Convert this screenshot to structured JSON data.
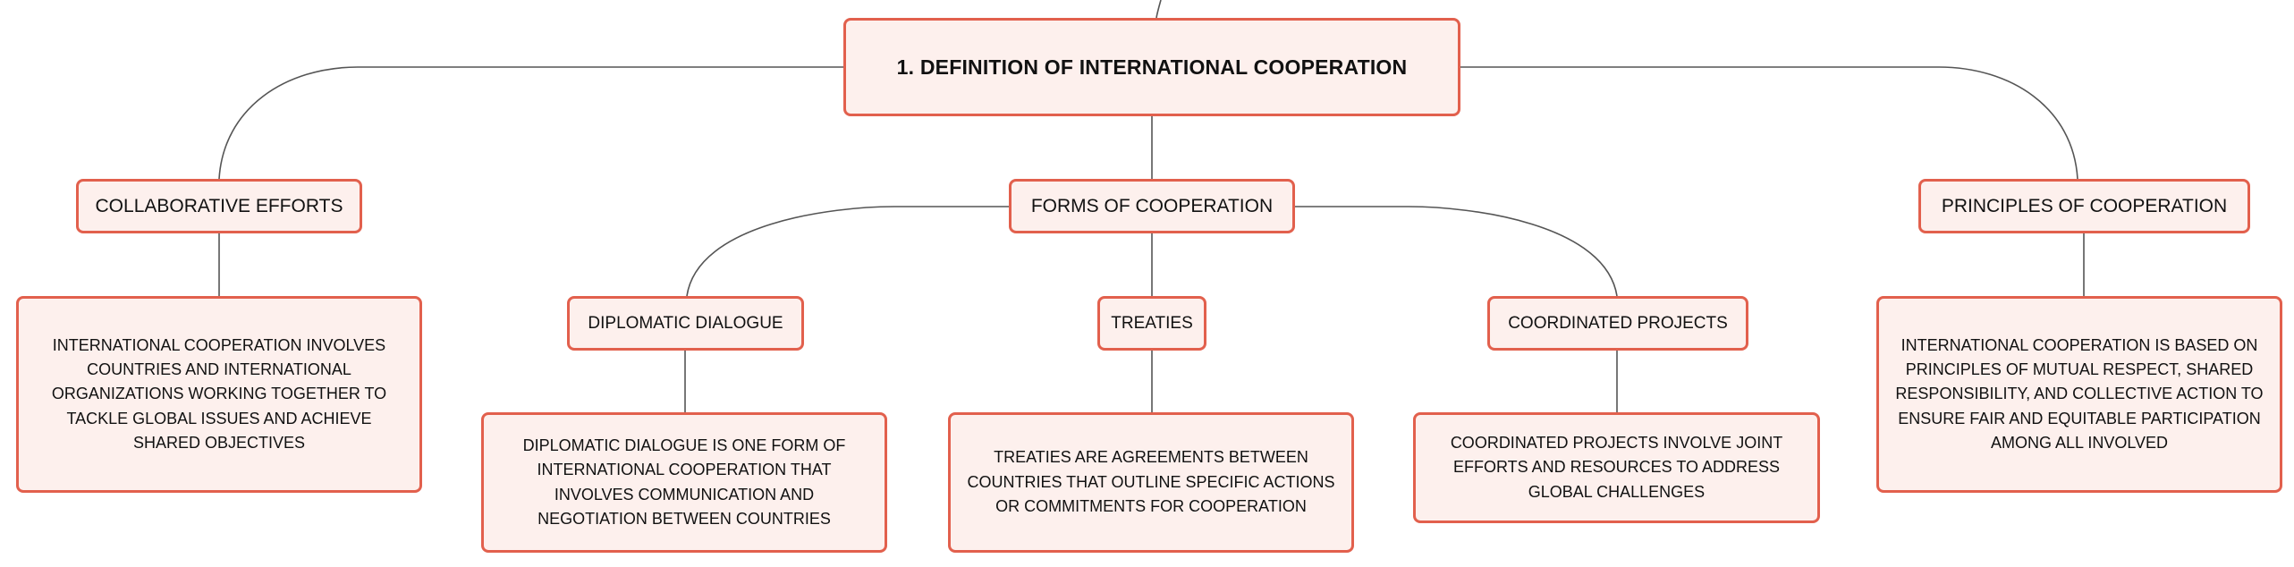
{
  "diagram": {
    "root": {
      "label": "1. DEFINITION OF INTERNATIONAL COOPERATION"
    },
    "branches": {
      "collaborative": {
        "label": "COLLABORATIVE EFFORTS",
        "description": "INTERNATIONAL COOPERATION INVOLVES COUNTRIES AND INTERNATIONAL ORGANIZATIONS WORKING TOGETHER TO TACKLE GLOBAL ISSUES AND ACHIEVE SHARED OBJECTIVES"
      },
      "forms": {
        "label": "FORMS OF COOPERATION",
        "children": {
          "diplomatic": {
            "label": "DIPLOMATIC DIALOGUE",
            "description": "DIPLOMATIC DIALOGUE IS ONE FORM OF INTERNATIONAL COOPERATION THAT INVOLVES COMMUNICATION AND NEGOTIATION BETWEEN COUNTRIES"
          },
          "treaties": {
            "label": "TREATIES",
            "description": "TREATIES ARE AGREEMENTS BETWEEN COUNTRIES THAT OUTLINE SPECIFIC ACTIONS OR COMMITMENTS FOR COOPERATION"
          },
          "coordinated": {
            "label": "COORDINATED PROJECTS",
            "description": "COORDINATED PROJECTS INVOLVE JOINT EFFORTS AND RESOURCES TO ADDRESS GLOBAL CHALLENGES"
          }
        }
      },
      "principles": {
        "label": "PRINCIPLES OF COOPERATION",
        "description": "INTERNATIONAL COOPERATION IS BASED ON PRINCIPLES OF MUTUAL RESPECT, SHARED RESPONSIBILITY, AND COLLECTIVE ACTION TO ENSURE FAIR AND EQUITABLE PARTICIPATION AMONG ALL INVOLVED"
      }
    },
    "colors": {
      "node_border": "#e2604d",
      "node_fill": "#fdf0ed",
      "connector": "#555555",
      "text": "#111111"
    }
  }
}
